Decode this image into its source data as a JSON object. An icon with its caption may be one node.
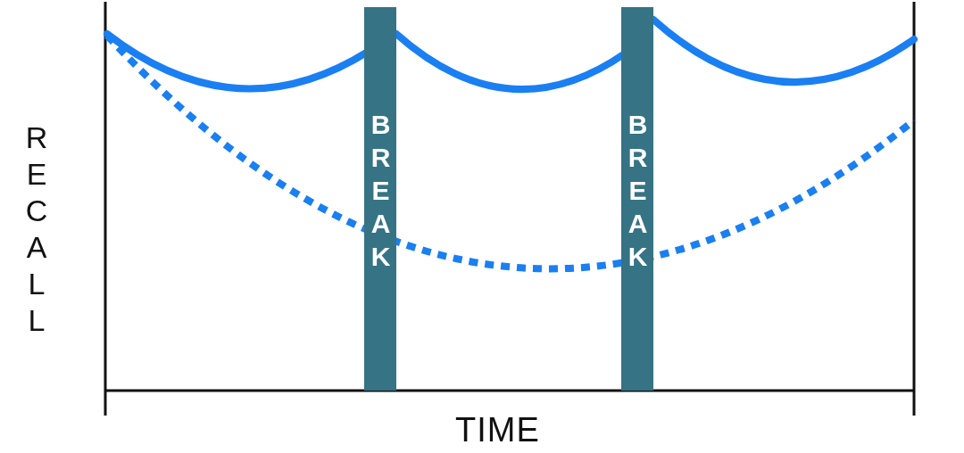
{
  "diagram": {
    "nodes": [
      {
        "text": [
          "BREAK"
        ]
      },
      {
        "text": [
          "BREAK"
        ]
      }
    ],
    "labels": [
      "RECALL",
      "TIME"
    ]
  }
}
